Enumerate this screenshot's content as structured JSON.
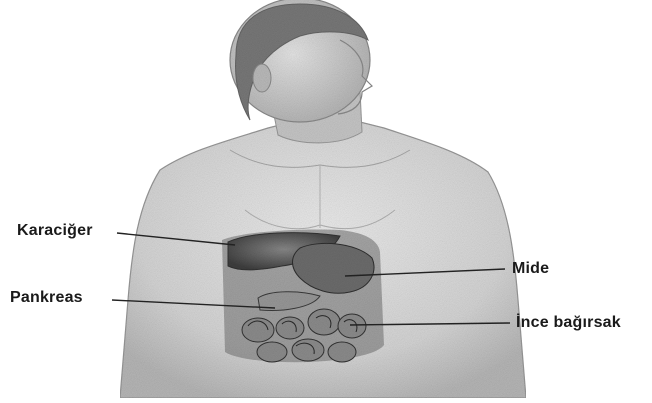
{
  "labels": {
    "liver": "Karaciğer",
    "pancreas": "Pankreas",
    "stomach": "Mide",
    "small_intestine": "İnce bağırsak"
  }
}
